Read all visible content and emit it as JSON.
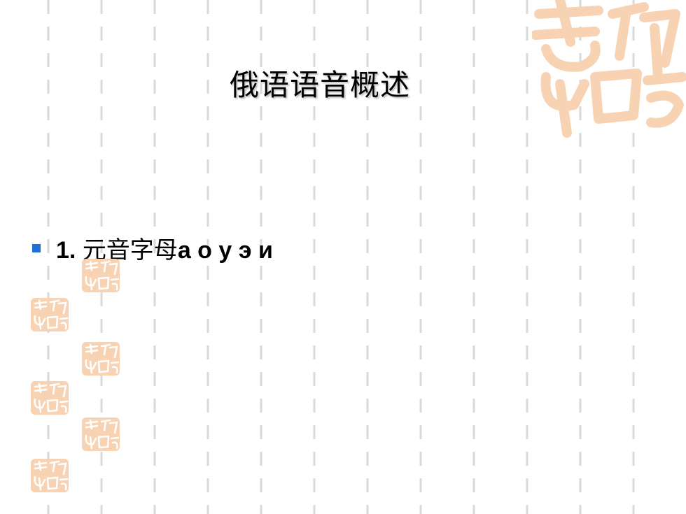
{
  "slide": {
    "title": "俄语语音概述",
    "bullet": {
      "number": "1.",
      "chinese": "元音字母",
      "russian": "а о у э и"
    }
  },
  "colors": {
    "bullet_marker": "#1E6FD9",
    "seal": "#F7D3B4",
    "grid_line": "#D9D9D9"
  },
  "icons": {
    "corner_seal": "calligraphy-seal-icon",
    "small_seal": "calligraphy-seal-icon"
  }
}
